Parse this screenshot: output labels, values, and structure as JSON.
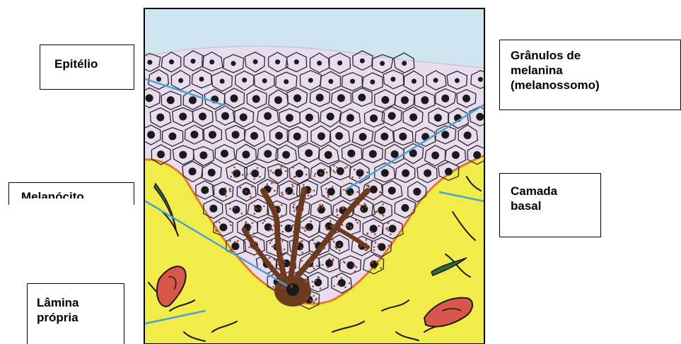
{
  "labels": {
    "epitelio": "Epitélio",
    "melanocito": "Melanócito",
    "lamina_propria": "Lâmina\nprópria",
    "granulos": "Grânulos de\nmelanina\n(melanossomo)",
    "camada_basal": "Camada\nbasal"
  },
  "colors": {
    "sky": "#cfe6f0",
    "epithelium": "#e9dcef",
    "cell_border": "#2a2a2a",
    "nucleus": "#1a1a1a",
    "lamina": "#f2ec4a",
    "basal_line": "#e07a2a",
    "melanocyte": "#6b3a1f",
    "vessel": "#d9564a",
    "pointer": "#4aa3d6"
  }
}
